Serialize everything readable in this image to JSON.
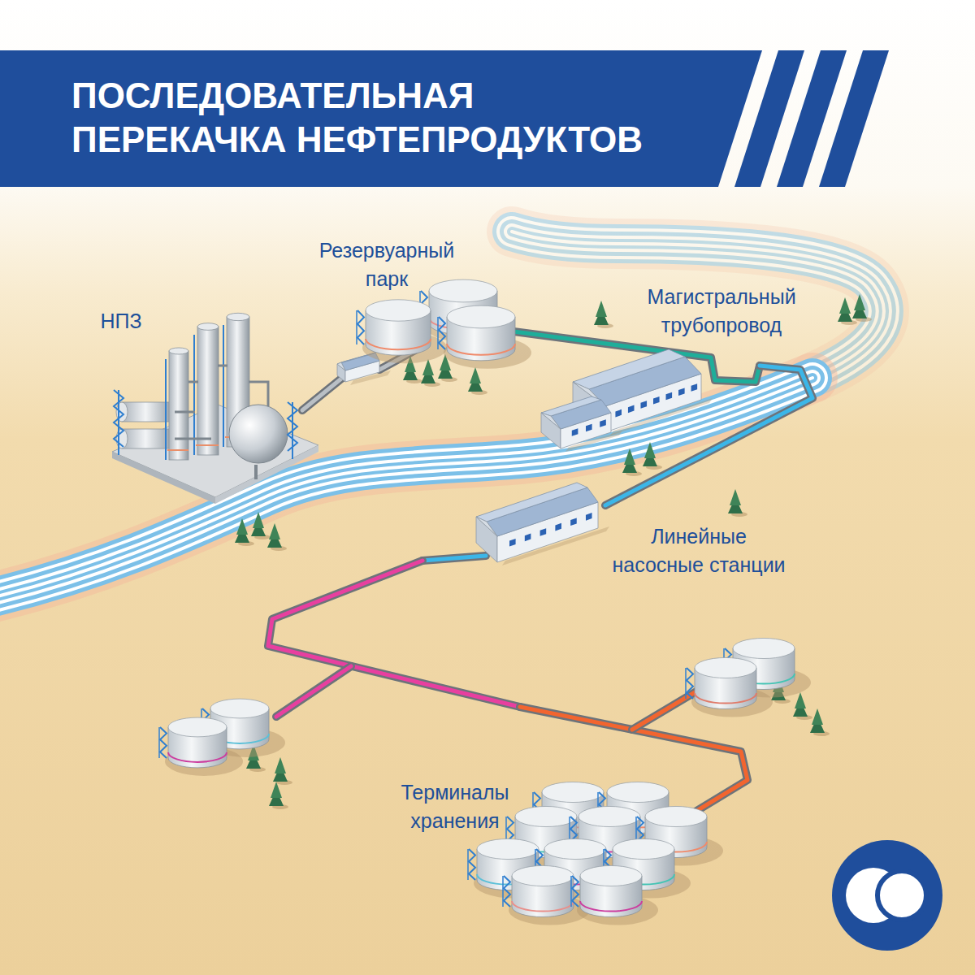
{
  "diagram": {
    "title": "ПОСЛЕДОВАТЕЛЬНАЯ ПЕРЕКАЧКА НЕФТЕПРОДУКТОВ",
    "labels": [
      "НПЗ",
      "Резервуарный парк",
      "Магистральный трубопровод",
      "Линейные насосные станции",
      "Терминалы хранения"
    ]
  }
}
